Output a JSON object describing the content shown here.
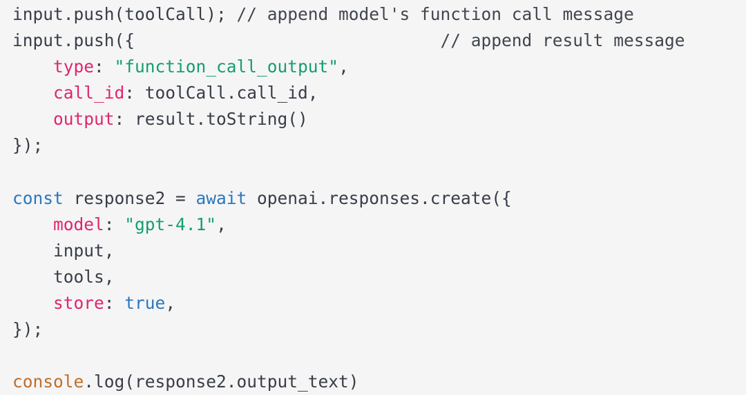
{
  "colors": {
    "background": "#f5f5f6",
    "plain": "#383d47",
    "comment": "#41464e",
    "property": "#e0256d",
    "string": "#149e6f",
    "keyword": "#2b77bd",
    "builtin": "#c06e29"
  },
  "code": {
    "language": "javascript",
    "lines": [
      [
        {
          "t": "plain",
          "s": "input.push(toolCall); "
        },
        {
          "t": "comment",
          "s": "// append model's function call message"
        }
      ],
      [
        {
          "t": "plain",
          "s": "input.push({"
        },
        {
          "t": "plain",
          "s": "                              "
        },
        {
          "t": "comment",
          "s": "// append result message"
        }
      ],
      [
        {
          "t": "plain",
          "s": "    "
        },
        {
          "t": "prop",
          "s": "type"
        },
        {
          "t": "plain",
          "s": ": "
        },
        {
          "t": "str",
          "s": "\"function_call_output\""
        },
        {
          "t": "plain",
          "s": ","
        }
      ],
      [
        {
          "t": "plain",
          "s": "    "
        },
        {
          "t": "prop",
          "s": "call_id"
        },
        {
          "t": "plain",
          "s": ": toolCall.call_id,"
        }
      ],
      [
        {
          "t": "plain",
          "s": "    "
        },
        {
          "t": "prop",
          "s": "output"
        },
        {
          "t": "plain",
          "s": ": result.toString()"
        }
      ],
      [
        {
          "t": "plain",
          "s": "});"
        }
      ],
      [],
      [
        {
          "t": "kw",
          "s": "const"
        },
        {
          "t": "plain",
          "s": " response2 = "
        },
        {
          "t": "kw",
          "s": "await"
        },
        {
          "t": "plain",
          "s": " openai.responses.create({"
        }
      ],
      [
        {
          "t": "plain",
          "s": "    "
        },
        {
          "t": "prop",
          "s": "model"
        },
        {
          "t": "plain",
          "s": ": "
        },
        {
          "t": "str",
          "s": "\"gpt-4.1\""
        },
        {
          "t": "plain",
          "s": ","
        }
      ],
      [
        {
          "t": "plain",
          "s": "    input,"
        }
      ],
      [
        {
          "t": "plain",
          "s": "    tools,"
        }
      ],
      [
        {
          "t": "plain",
          "s": "    "
        },
        {
          "t": "prop",
          "s": "store"
        },
        {
          "t": "plain",
          "s": ": "
        },
        {
          "t": "kw",
          "s": "true"
        },
        {
          "t": "plain",
          "s": ","
        }
      ],
      [
        {
          "t": "plain",
          "s": "});"
        }
      ],
      [],
      [
        {
          "t": "builtin",
          "s": "console"
        },
        {
          "t": "plain",
          "s": ".log(response2.output_text)"
        }
      ]
    ]
  }
}
